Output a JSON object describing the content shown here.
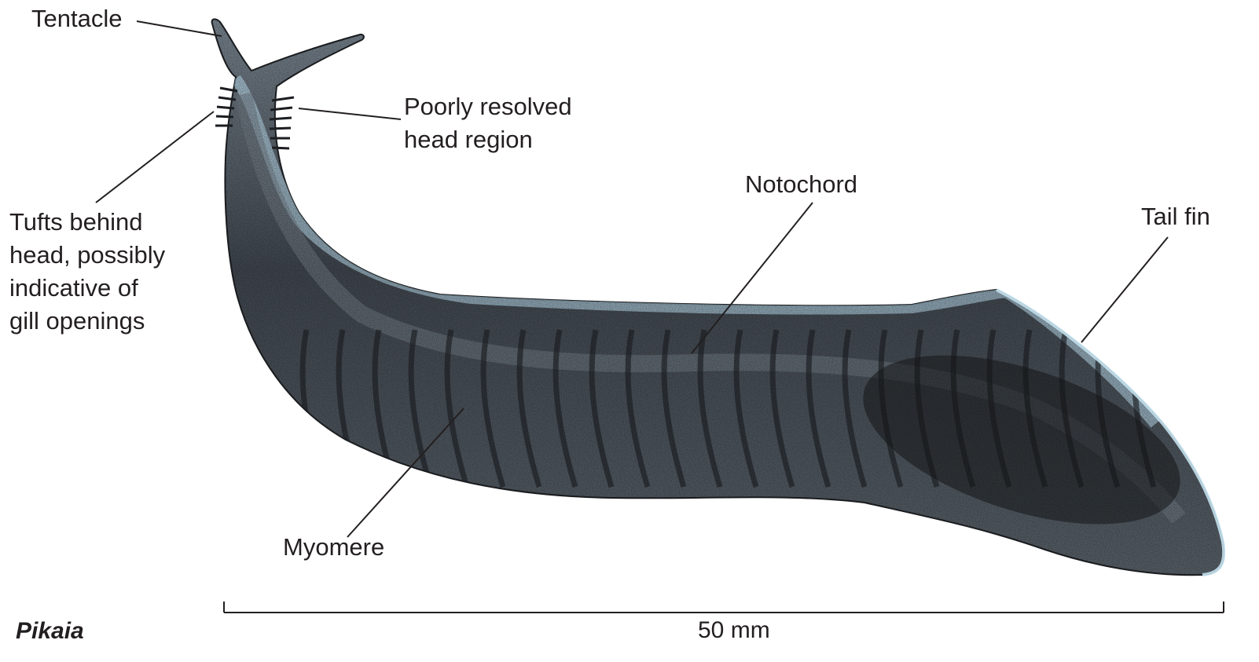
{
  "figure": {
    "caption": "Pikaia",
    "scale_label": "50 mm",
    "labels": {
      "tentacle": "Tentacle",
      "head_region": [
        "Poorly resolved",
        "head region"
      ],
      "tufts": [
        "Tufts behind",
        "head, possibly",
        "indicative of",
        "gill openings"
      ],
      "notochord": "Notochord",
      "tail_fin": "Tail fin",
      "myomere": "Myomere"
    }
  },
  "colors": {
    "body_fill": "#3c4148",
    "body_highlight": "#b9dcec",
    "ink": "#231f20"
  }
}
